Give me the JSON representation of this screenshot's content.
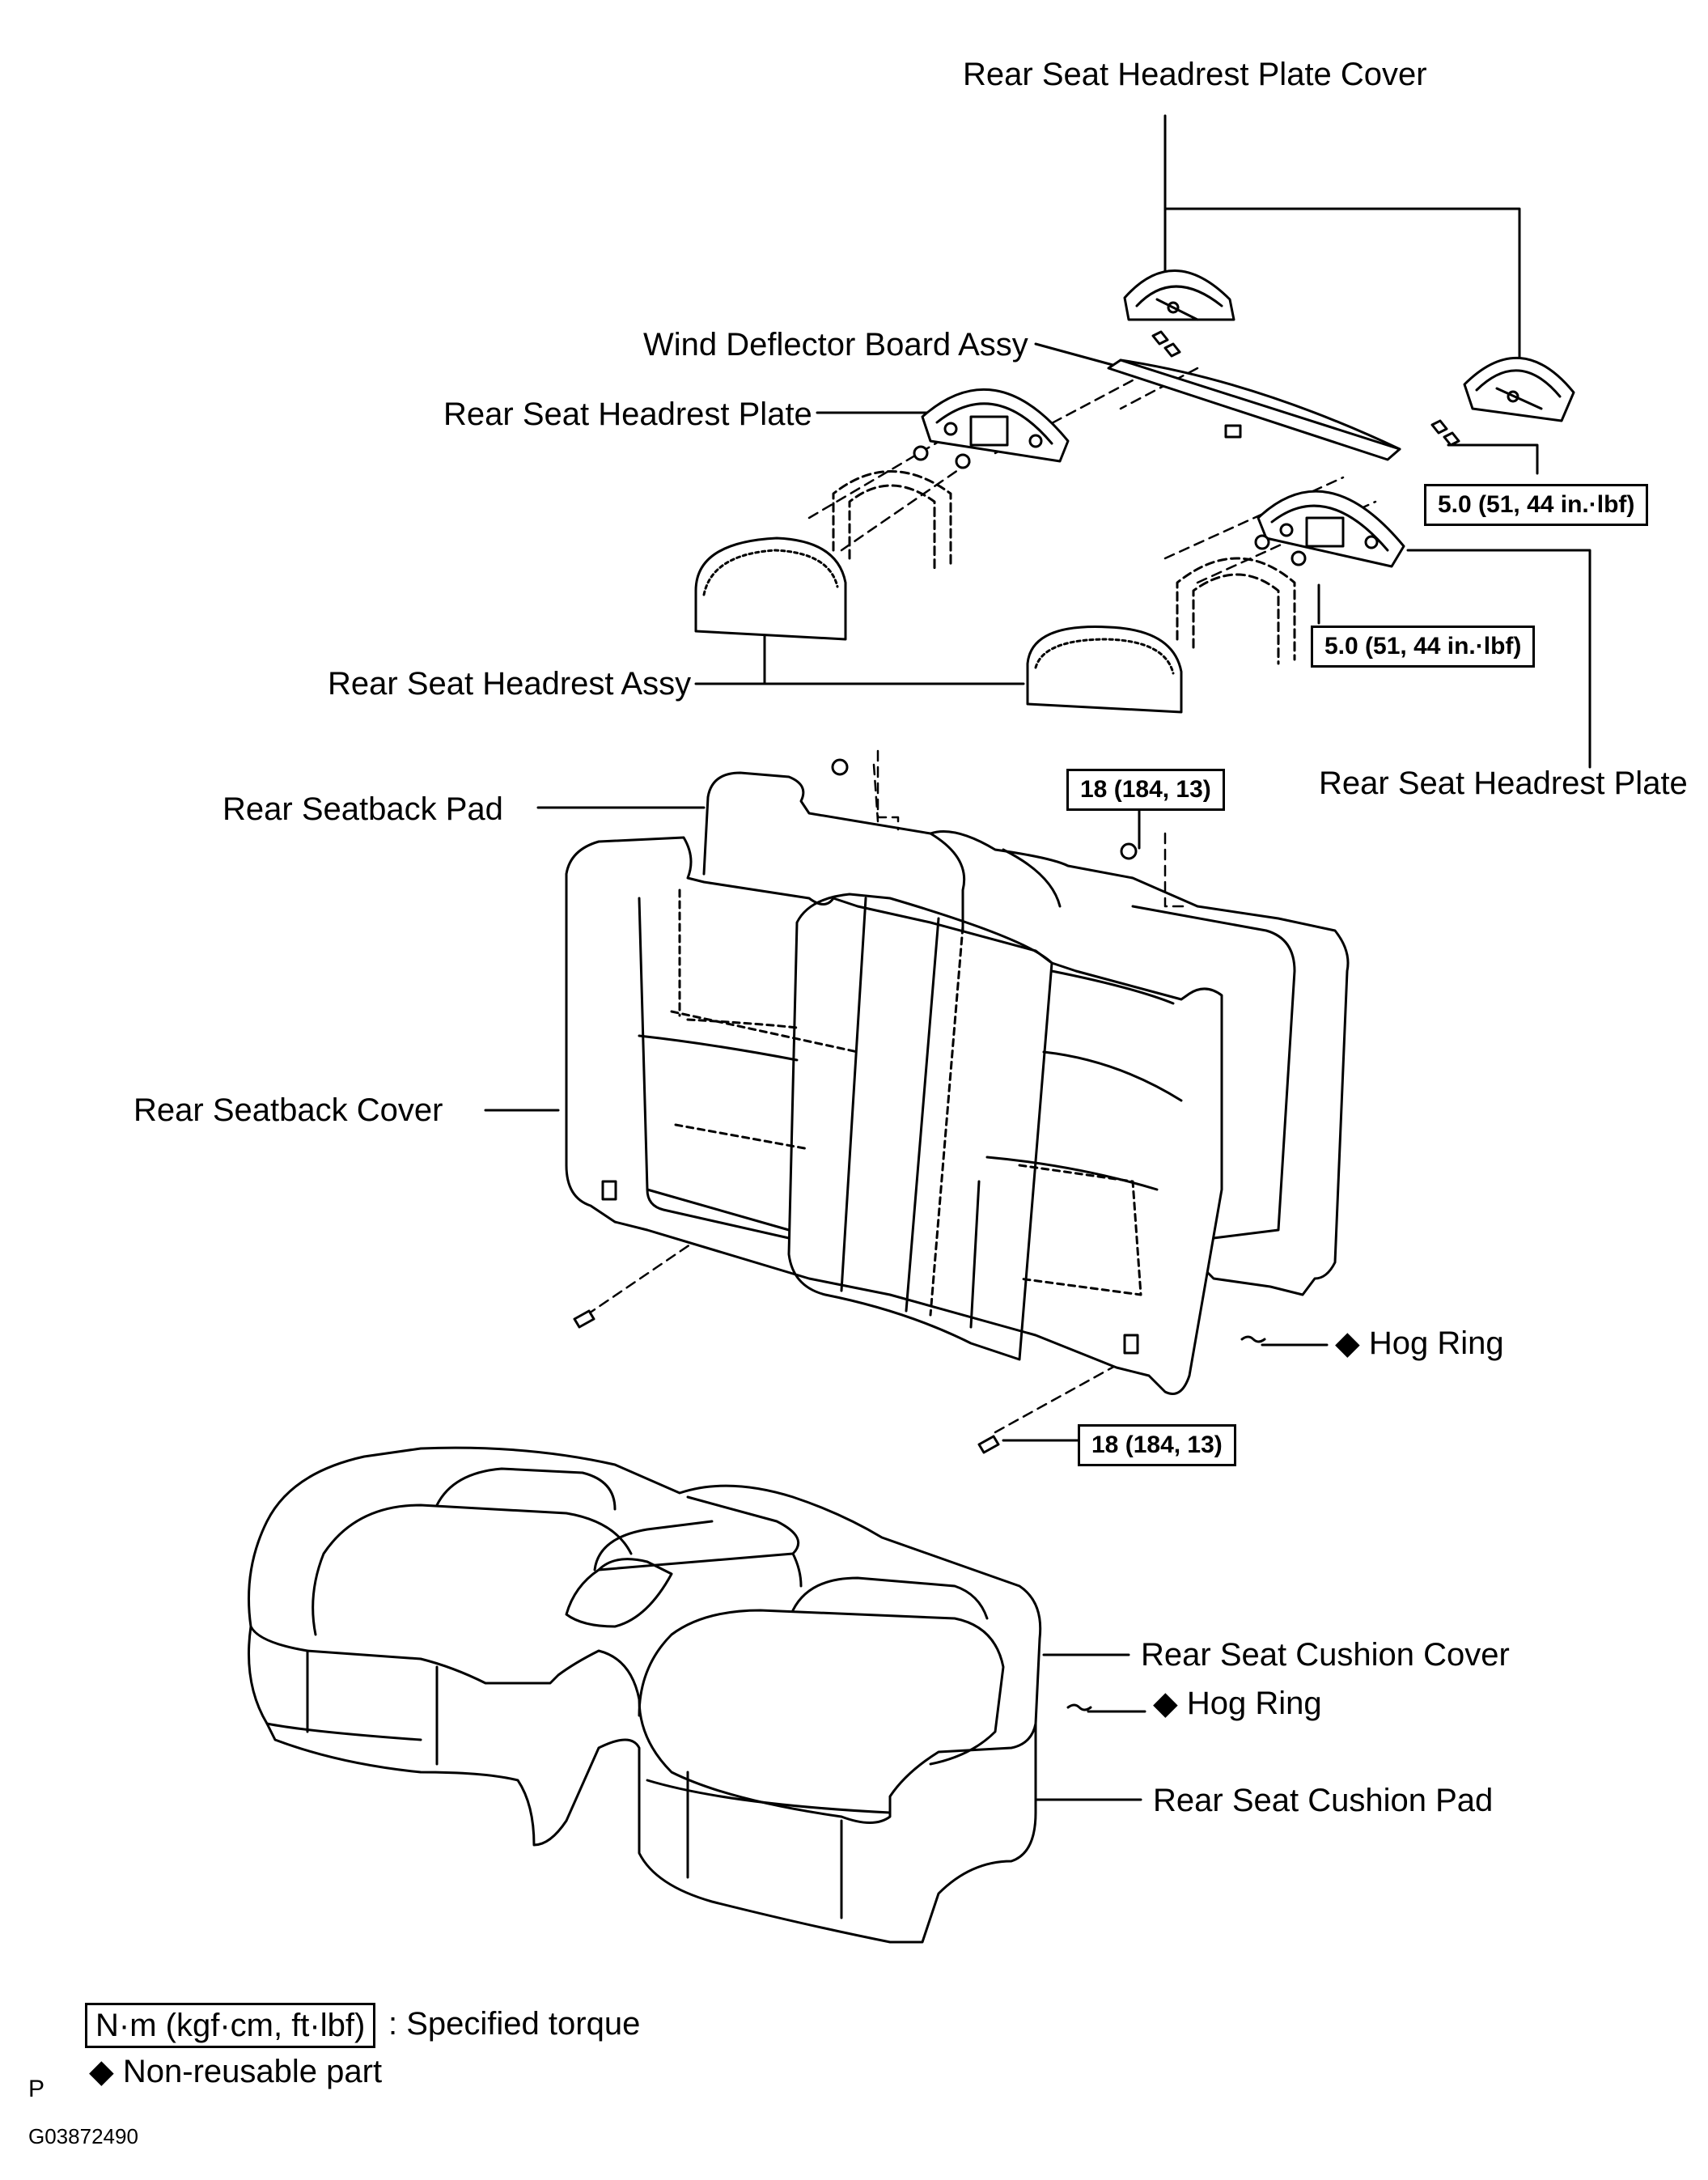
{
  "labels": {
    "headrest_plate_cover": "Rear Seat Headrest Plate Cover",
    "wind_deflector": "Wind Deflector Board Assy",
    "headrest_plate_left": "Rear Seat Headrest Plate",
    "headrest_assy": "Rear Seat Headrest Assy",
    "headrest_plate_right": "Rear Seat Headrest Plate",
    "seatback_pad": "Rear Seatback Pad",
    "seatback_cover": "Rear Seatback Cover",
    "hog_ring_upper": "Hog Ring",
    "cushion_cover": "Rear Seat Cushion Cover",
    "hog_ring_lower": "Hog Ring",
    "cushion_pad": "Rear Seat Cushion Pad"
  },
  "torques": {
    "plate_cover_bolt": "5.0 (51, 44 in.·lbf)",
    "plate_nut": "5.0 (51, 44 in.·lbf)",
    "seatback_nut": "18 (184, 13)",
    "seatback_bolt": "18 (184, 13)"
  },
  "symbols": {
    "non_reusable": "◆"
  },
  "legend": {
    "torque_unit": "N·m (kgf·cm, ft·lbf)",
    "torque_desc": ": Specified torque",
    "non_reusable_desc": "Non-reusable part"
  },
  "footer": {
    "page_letter": "P",
    "figure_id": "G03872490"
  }
}
